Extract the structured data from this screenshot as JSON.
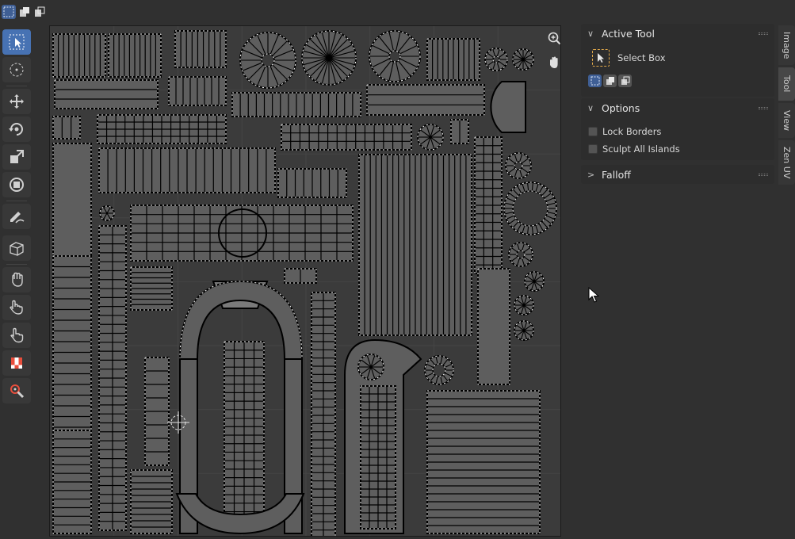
{
  "mode_bar": {
    "buttons": [
      {
        "id": "new",
        "active": true
      },
      {
        "id": "extend",
        "active": false
      },
      {
        "id": "subtract",
        "active": false
      }
    ]
  },
  "toolbar": {
    "tools": [
      {
        "name": "select-box",
        "icon": "cursor-arrow-icon",
        "active": true
      },
      {
        "name": "cursor",
        "icon": "crosshair-circle-icon",
        "active": false
      },
      {
        "name": "move",
        "icon": "move-arrows-icon",
        "active": false
      },
      {
        "name": "rotate",
        "icon": "rotate-icon",
        "active": false
      },
      {
        "name": "scale",
        "icon": "scale-icon",
        "active": false
      },
      {
        "name": "transform",
        "icon": "transform-icon",
        "active": false
      },
      {
        "name": "annotate",
        "icon": "pencil-icon",
        "active": false
      },
      {
        "name": "rip-region",
        "icon": "cube-icon",
        "active": false
      },
      {
        "name": "grab",
        "icon": "hand-grab-icon",
        "active": false
      },
      {
        "name": "relax",
        "icon": "hand-relax-icon",
        "active": false
      },
      {
        "name": "pinch",
        "icon": "hand-pinch-icon",
        "active": false
      },
      {
        "name": "checker",
        "icon": "checker-icon",
        "active": false
      },
      {
        "name": "measure",
        "icon": "magnifier-link-icon",
        "active": false
      }
    ]
  },
  "viewport": {
    "zoom_icon": "zoom-in-icon",
    "pan_icon": "hand-pan-icon"
  },
  "panel": {
    "active_tool": {
      "header": "Active Tool",
      "tool_name": "Select Box"
    },
    "options": {
      "header": "Options",
      "lock_borders": "Lock Borders",
      "sculpt_all_islands": "Sculpt All Islands"
    },
    "falloff": {
      "header": "Falloff"
    }
  },
  "tabs": [
    {
      "label": "Image",
      "active": false
    },
    {
      "label": "Tool",
      "active": true
    },
    {
      "label": "View",
      "active": false
    },
    {
      "label": "Zen UV",
      "active": false
    }
  ],
  "colors": {
    "accent": "#4772b3",
    "select_box_outline": "#e2a94a",
    "background": "#303030"
  }
}
